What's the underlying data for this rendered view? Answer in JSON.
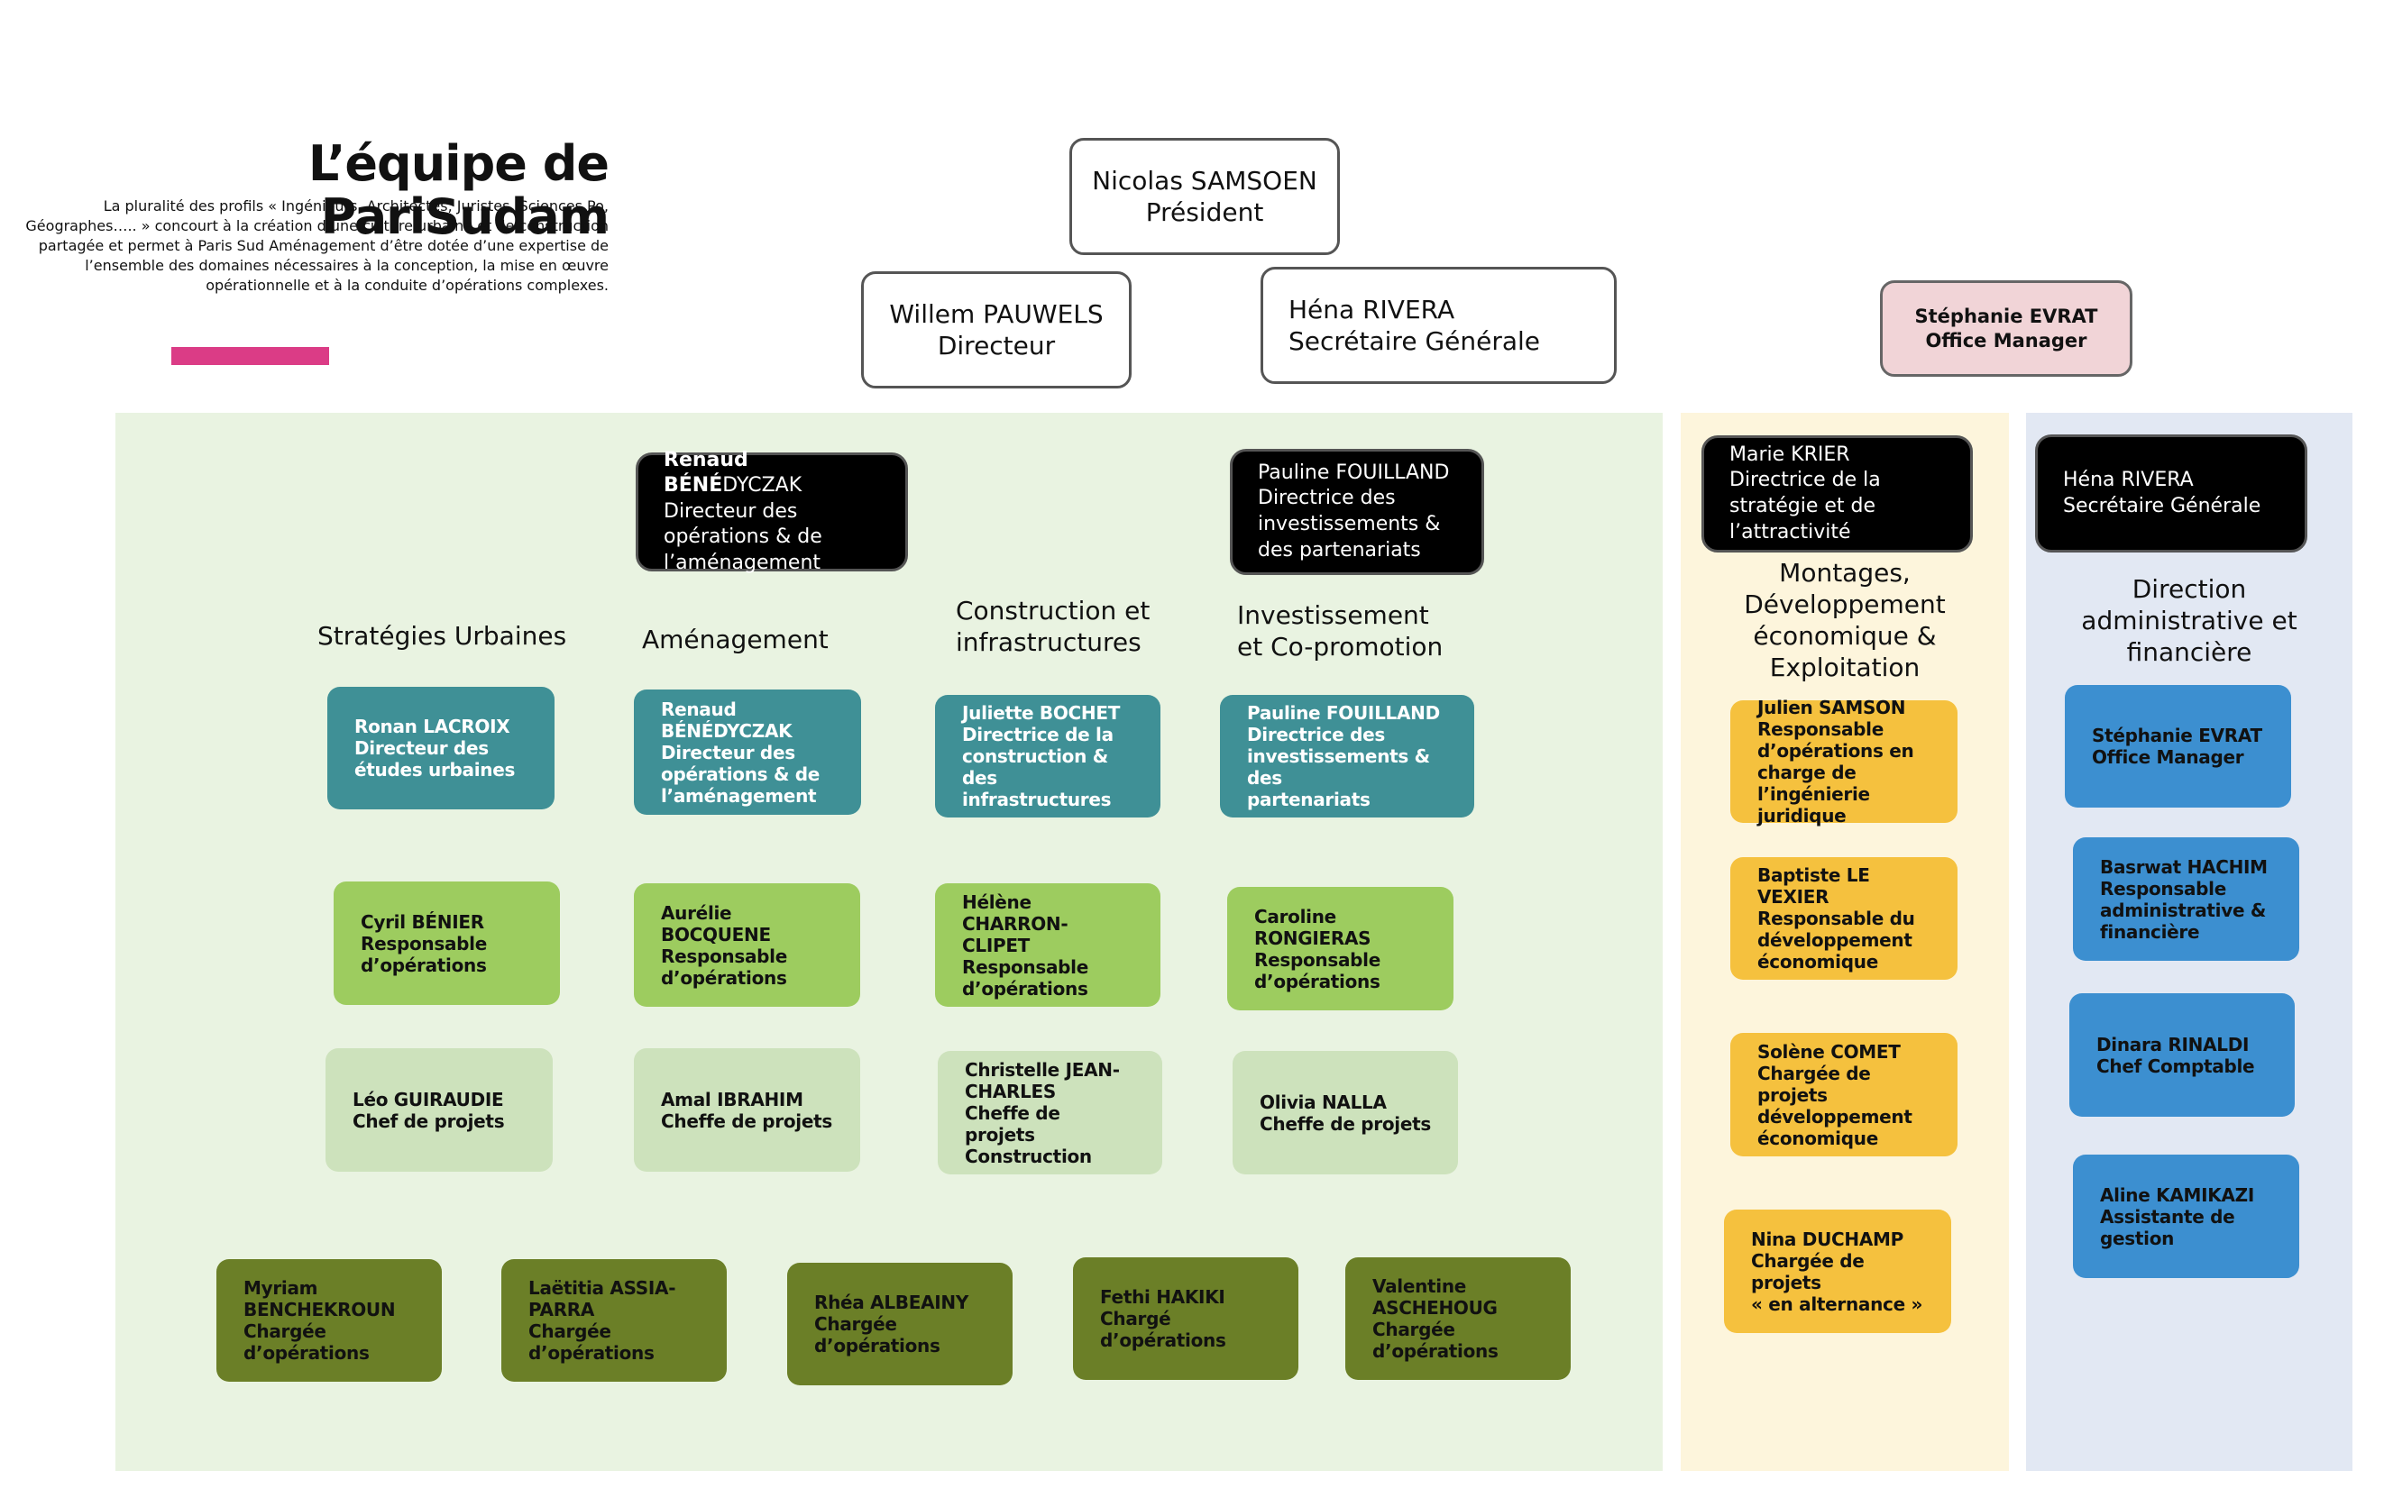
{
  "colors": {
    "accent_bar": "#db3c86",
    "panel_green": "#e9f3e1",
    "panel_yellow": "#fdf5dc",
    "panel_blue": "#e2e8f3",
    "teal": "#3f9096",
    "lime": "#9dcc5f",
    "pale_green": "#cde2bc",
    "olive": "#6b7f27",
    "yellow": "#f5c13e",
    "blue": "#3c8fd0",
    "pink_box": "#f1d4d7",
    "black": "#000000"
  },
  "header": {
    "title": "L’équipe de PariSudam",
    "intro_lines": [
      "La pluralité des profils «  Ingénieurs, Architectes, Juristes, Sciences Po,",
      "Géographes….. » concourt à la création d’une culture urbaine et de construction",
      "partagée et permet à Paris Sud Aménagement d’être dotée d’une expertise de",
      "l’ensemble des domaines nécessaires à la conception, la mise en œuvre",
      "opérationnelle et à la conduite d’opérations complexes."
    ]
  },
  "top": {
    "president": {
      "name": "Nicolas SAMSOEN",
      "role": "Président"
    },
    "directeur": {
      "name": "Willem PAUWELS",
      "role": "Directeur"
    },
    "sg": {
      "name": "Héna RIVERA",
      "role": "Secrétaire Générale"
    },
    "office": {
      "name": "Stéphanie EVRAT",
      "role": "Office Manager"
    }
  },
  "green": {
    "lead1": {
      "name_bold": "Renaud BÉNÉ",
      "name_rest": "DYCZAK",
      "role": [
        "Directeur des",
        "opérations & de",
        "l’aménagement"
      ]
    },
    "lead2": {
      "lines": [
        "Pauline FOUILLAND",
        "Directrice des",
        "investissements &",
        "des partenariats"
      ]
    },
    "headings": {
      "strategies": [
        "Stratégies Urbaines"
      ],
      "amenagement": [
        "Aménagement"
      ],
      "construction": [
        "Construction et",
        "infrastructures"
      ],
      "investissement": [
        "Investissement",
        "et Co-promotion"
      ]
    },
    "row1": [
      [
        "Ronan LACROIX",
        "Directeur des",
        "études urbaines"
      ],
      [
        "Renaud",
        "BÉNÉDYCZAK",
        "Directeur des",
        "opérations & de",
        "l’aménagement"
      ],
      [
        "Juliette BOCHET",
        "Directrice de la",
        "construction & des",
        "infrastructures"
      ],
      [
        "Pauline FOUILLAND",
        "Directrice des",
        "investissements & des",
        "partenariats"
      ]
    ],
    "row2": [
      [
        "Cyril BÉNIER",
        "Responsable",
        "d’opérations"
      ],
      [
        "Aurélie BOCQUENE",
        "Responsable",
        "d’opérations"
      ],
      [
        "Hélène CHARRON-",
        "CLIPET",
        "Responsable",
        "d’opérations"
      ],
      [
        "Caroline RONGIERAS",
        "Responsable",
        "d’opérations"
      ]
    ],
    "row3": [
      [
        "Léo GUIRAUDIE",
        "Chef de projets"
      ],
      [
        "Amal IBRAHIM",
        "Cheffe de projets"
      ],
      [
        "Christelle JEAN-",
        "CHARLES",
        "Cheffe de projets",
        "Construction"
      ],
      [
        "Olivia NALLA",
        "Cheffe de projets"
      ]
    ],
    "row4": [
      [
        "Myriam",
        "BENCHEKROUN",
        "Chargée",
        "d’opérations"
      ],
      [
        "Laëtitia ASSIA-",
        "PARRA",
        "Chargée",
        "d’opérations"
      ],
      [
        "Rhéa ALBEAINY",
        "Chargée",
        "d’opérations"
      ],
      [
        "Fethi HAKIKI",
        "Chargé d’opérations"
      ],
      [
        "Valentine",
        "ASCHEHOUG",
        "Chargée",
        "d’opérations"
      ]
    ]
  },
  "yellow": {
    "lead": {
      "lines": [
        "Marie KRIER",
        "Directrice de la",
        "stratégie et de",
        "l’attractivité"
      ]
    },
    "heading": [
      "Montages,",
      "Développement",
      "économique &",
      "Exploitation"
    ],
    "cards": [
      [
        "Julien SAMSON",
        "Responsable",
        "d’opérations en",
        "charge de",
        "l’ingénierie juridique"
      ],
      [
        "Baptiste LE VEXIER",
        "Responsable  du",
        "développement",
        "économique"
      ],
      [
        "Solène COMET",
        "Chargée de projets",
        "développement",
        "économique"
      ],
      [
        "Nina DUCHAMP",
        "Chargée de projets",
        "« en alternance »"
      ]
    ]
  },
  "blue": {
    "lead": {
      "lines": [
        "Héna RIVERA",
        "Secrétaire Générale"
      ]
    },
    "heading": [
      "Direction",
      "administrative et",
      "financière"
    ],
    "cards": [
      [
        "Stéphanie EVRAT",
        "Office Manager"
      ],
      [
        "Basrwat HACHIM",
        "Responsable",
        "administrative &",
        "financière"
      ],
      [
        "Dinara RINALDI",
        "Chef Comptable"
      ],
      [
        "Aline KAMIKAZI",
        "Assistante de",
        "gestion"
      ]
    ]
  }
}
